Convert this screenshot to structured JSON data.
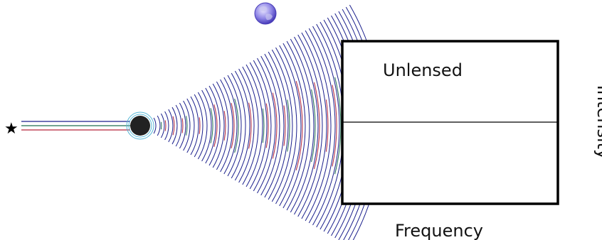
{
  "plot": {
    "panel_label": "Unlensed",
    "xlabel": "Frequency",
    "ylabel": "Intensity"
  },
  "icons": {
    "source": "star-icon",
    "observer": "earth-icon",
    "lens": "black-hole-icon"
  },
  "colors": {
    "wave_blue": "#1a1f8c",
    "wave_red": "#b3243a",
    "wave_green": "#1f6e4f",
    "lens": "#222222",
    "photon_sphere": "#58b8d6",
    "frame": "#000000"
  },
  "beams": [
    "blue",
    "green",
    "red"
  ]
}
